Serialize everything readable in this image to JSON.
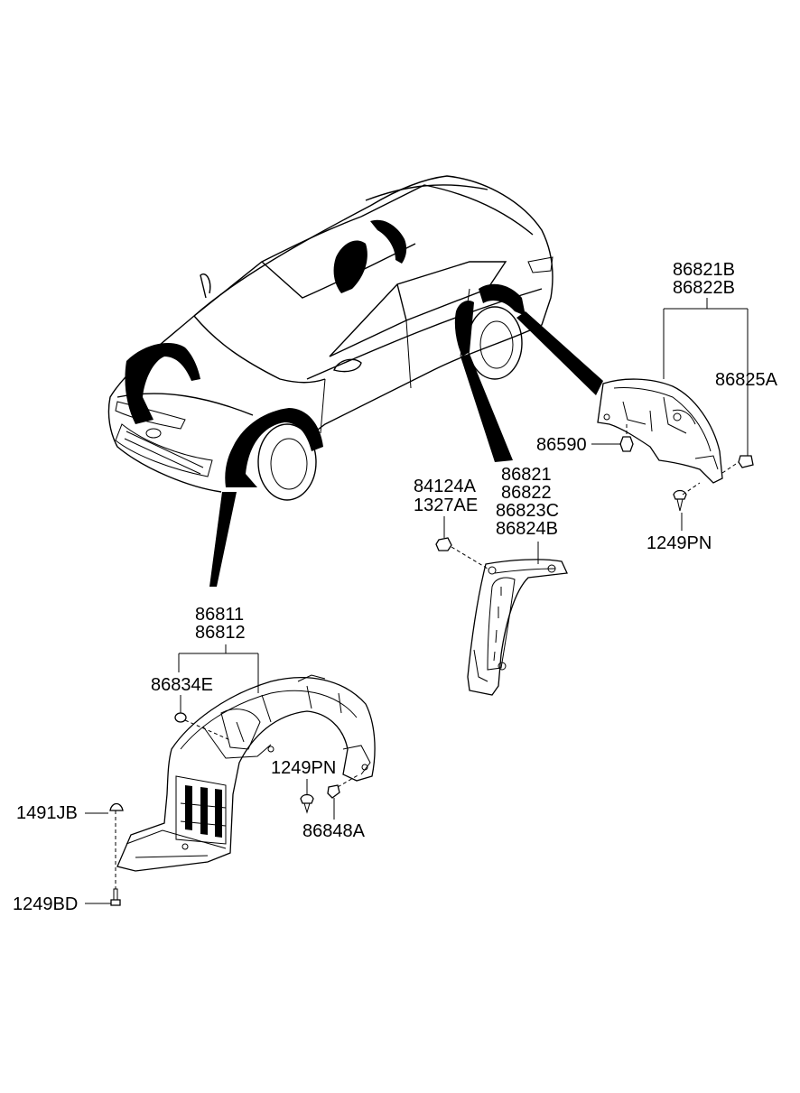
{
  "labels": {
    "rear_assy_1": "86821B",
    "rear_assy_2": "86822B",
    "rear_clip": "86825A",
    "rear_nut": "86590",
    "rear_screw": "1249PN",
    "mid_nut_1": "84124A",
    "mid_nut_2": "1327AE",
    "mid_part_1": "86821",
    "mid_part_2": "86822",
    "mid_part_3": "86823C",
    "mid_part_4": "86824B",
    "front_part_1": "86811",
    "front_part_2": "86812",
    "front_grommet": "86834E",
    "front_screw": "1249PN",
    "front_clip": "86848A",
    "bottom_clip": "1491JB",
    "bottom_bolt": "1249BD"
  },
  "colors": {
    "line": "#000000",
    "background": "#ffffff"
  }
}
